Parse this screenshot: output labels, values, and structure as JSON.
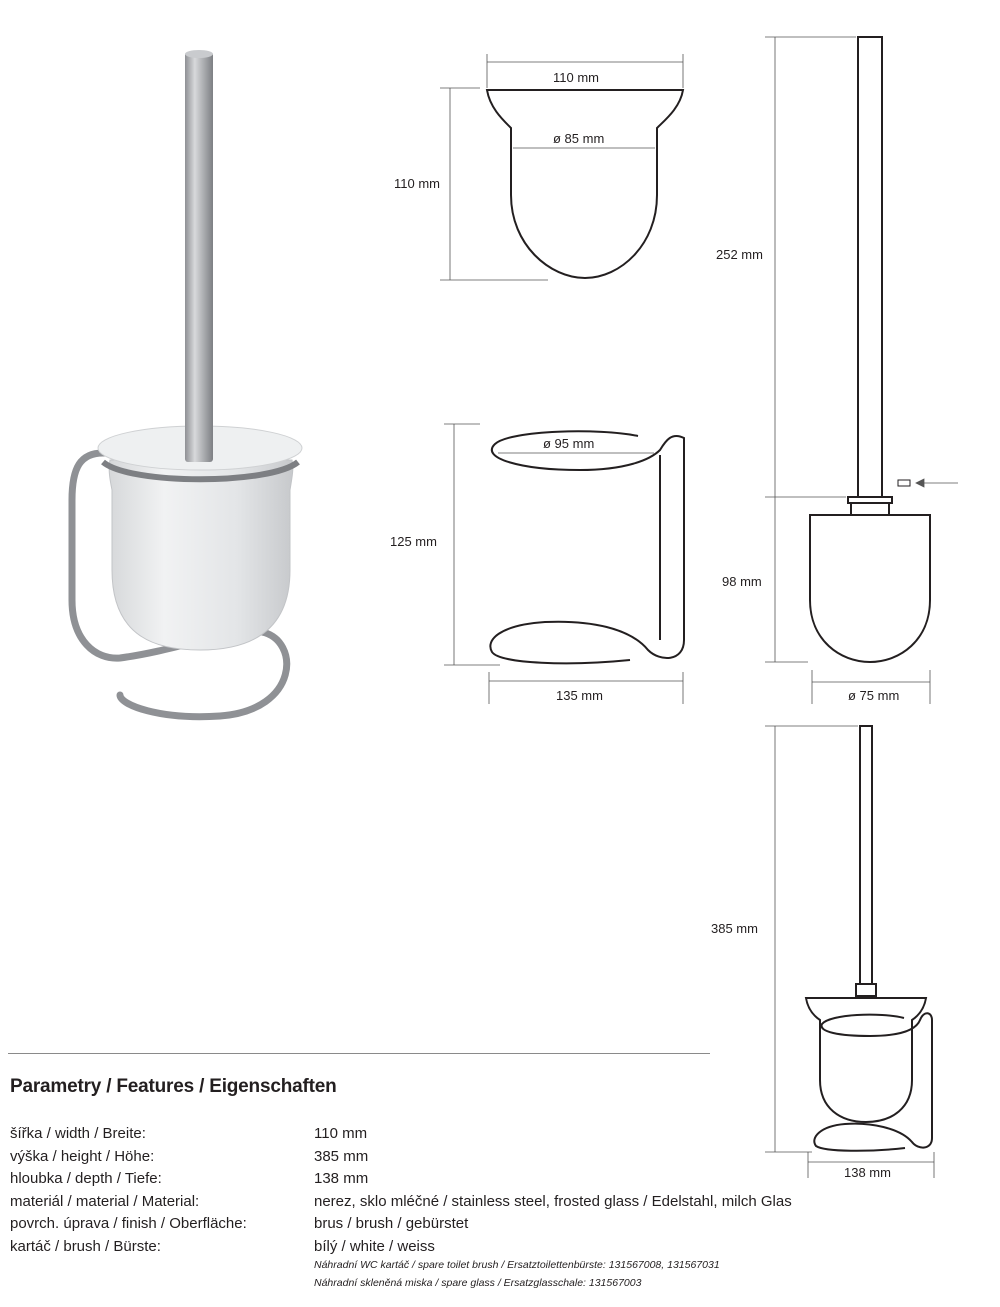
{
  "dimensions": {
    "cup_width": "110 mm",
    "cup_height": "110 mm",
    "cup_inner_diameter": "ø 85 mm",
    "holder_ring_diameter": "ø 95 mm",
    "holder_height": "125 mm",
    "holder_width": "135 mm",
    "brush_length": "252 mm",
    "brush_head_height": "98 mm",
    "brush_head_diameter": "ø 75 mm",
    "total_height": "385 mm",
    "total_depth": "138 mm"
  },
  "parameters": {
    "heading": "Parametry / Features / Eigenschaften",
    "rows": [
      {
        "label": "šířka / width / Breite:",
        "value": "110 mm"
      },
      {
        "label": "výška / height / Höhe:",
        "value": "385 mm"
      },
      {
        "label": "hloubka / depth / Tiefe:",
        "value": "138 mm"
      },
      {
        "label": "materiál / material / Material:",
        "value": "nerez, sklo mléčné / stainless steel, frosted glass / Edelstahl, milch Glas"
      },
      {
        "label": "povrch. úprava / finish / Oberfläche:",
        "value": "brus / brush / gebürstet"
      },
      {
        "label": "kartáč / brush / Bürste:",
        "value": "bílý / white / weiss"
      }
    ],
    "notes": [
      "Náhradní WC kartáč / spare toilet brush / Ersatztoilettenbürste: 131567008, 131567031",
      "Náhradní skleněná miska / spare glass / Ersatzglasschale: 131567003"
    ]
  },
  "colors": {
    "line": "#231f20",
    "dimension_line": "#555555",
    "steel": "#a9abae",
    "glass": "#e6e8ea"
  }
}
